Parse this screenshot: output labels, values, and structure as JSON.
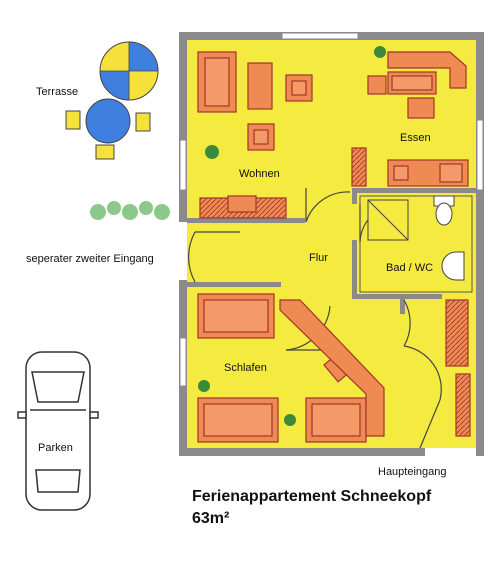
{
  "floorplan": {
    "title": "Ferienappartement Schneekopf",
    "area": "63m²",
    "colors": {
      "floor": "#f5ea3f",
      "wall": "#808080",
      "furniture": "#ef8a52",
      "furniture_outline": "#a0352a",
      "outdoor_table": "#3f7fe0",
      "outdoor_chair": "#f6e13b",
      "plant": "#3a8a3a"
    },
    "rooms": [
      {
        "id": "wohnen",
        "label": "Wohnen"
      },
      {
        "id": "essen",
        "label": "Essen"
      },
      {
        "id": "flur",
        "label": "Flur"
      },
      {
        "id": "bad",
        "label": "Bad / WC"
      },
      {
        "id": "schlafen",
        "label": "Schlafen"
      }
    ],
    "outside": {
      "terrace": "Terrasse",
      "second_entrance": "seperater zweiter Eingang",
      "main_entrance": "Haupteingang",
      "parking": "Parken"
    }
  }
}
